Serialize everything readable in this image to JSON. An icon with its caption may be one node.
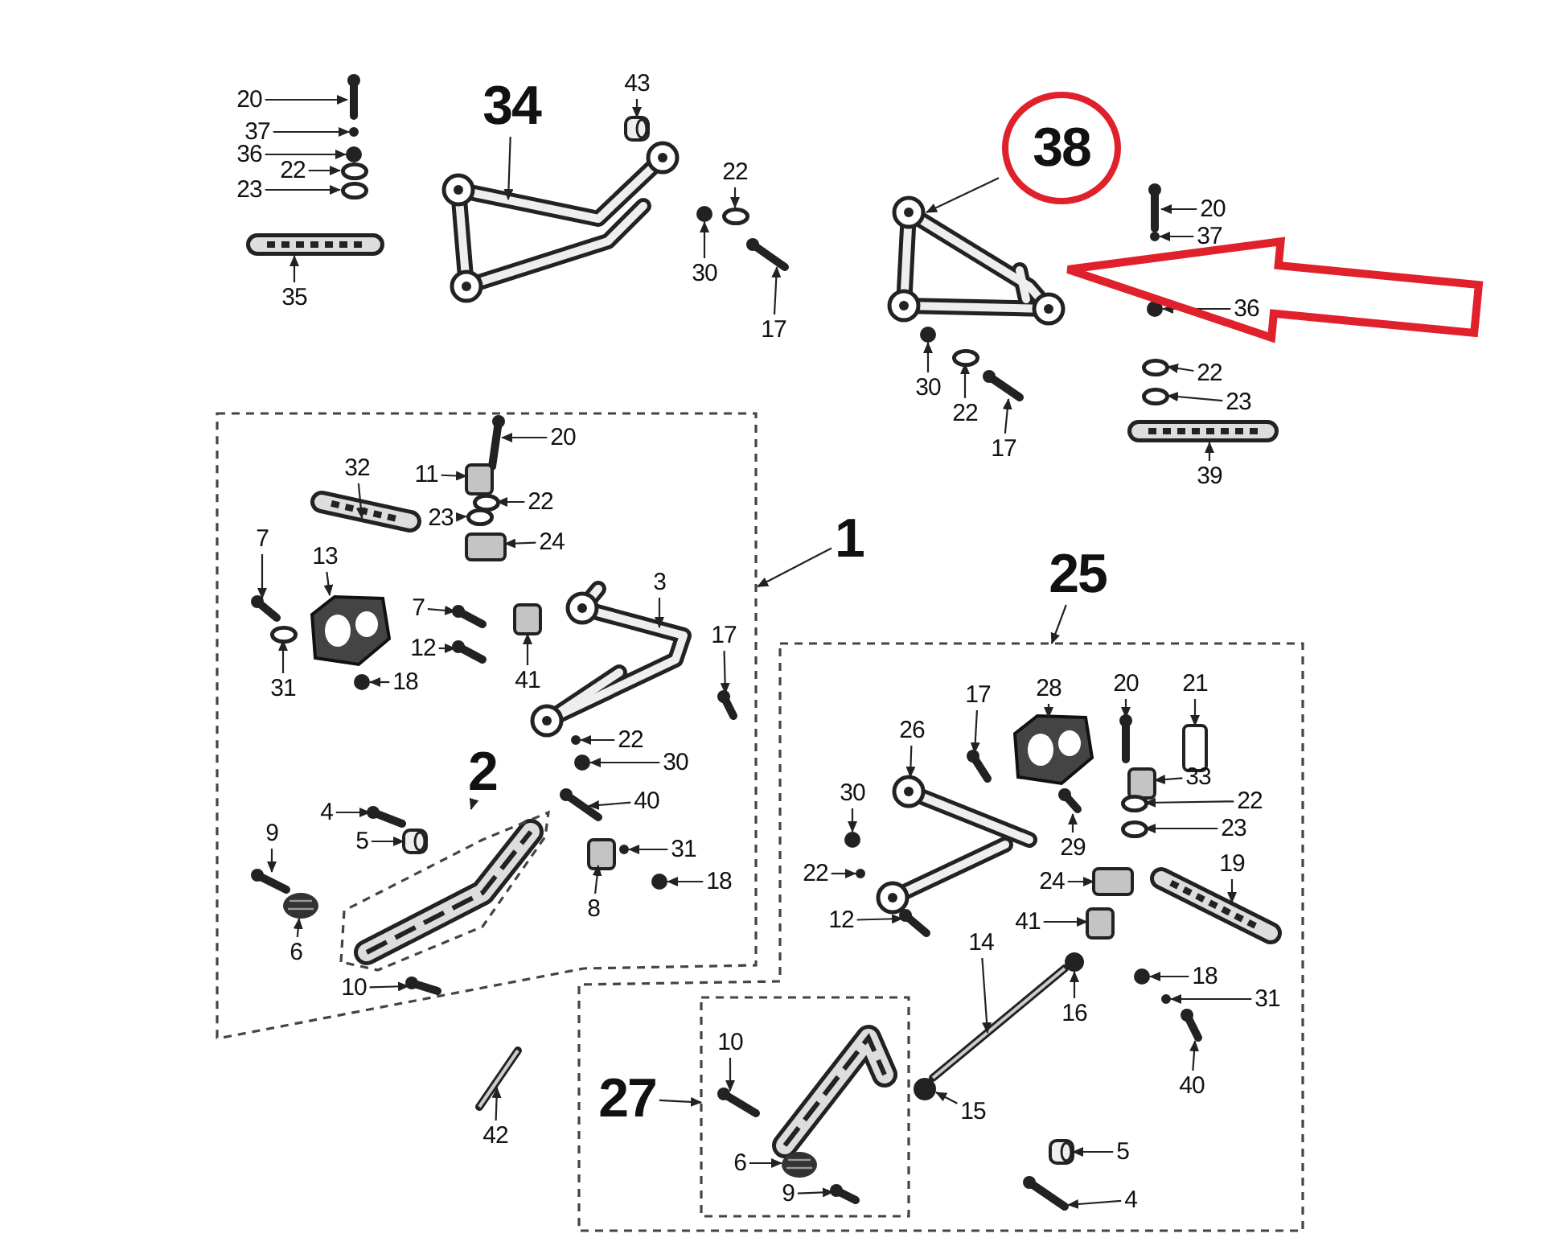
{
  "diagram": {
    "nodes": [
      {
        "text": [
          "20"
        ]
      },
      {
        "text": [
          "37"
        ]
      },
      {
        "text": [
          "36"
        ]
      },
      {
        "text": [
          "22"
        ]
      },
      {
        "text": [
          "23"
        ]
      },
      {
        "text": [
          "35"
        ]
      },
      {
        "text": [
          "34"
        ]
      },
      {
        "text": [
          "43"
        ]
      },
      {
        "text": [
          "22"
        ]
      },
      {
        "text": [
          "30"
        ]
      },
      {
        "text": [
          "17"
        ]
      },
      {
        "text": [
          "38"
        ]
      },
      {
        "text": [
          "20"
        ]
      },
      {
        "text": [
          "37"
        ]
      },
      {
        "text": [
          "36"
        ]
      },
      {
        "text": [
          "22"
        ]
      },
      {
        "text": [
          "23"
        ]
      },
      {
        "text": [
          "39"
        ]
      },
      {
        "text": [
          "30"
        ]
      },
      {
        "text": [
          "22"
        ]
      },
      {
        "text": [
          "17"
        ]
      },
      {
        "text": [],
        "shape": "box"
      },
      {
        "text": [
          "1"
        ]
      },
      {
        "text": [
          "20"
        ],
        "in": 21
      },
      {
        "text": [
          "11"
        ],
        "in": 21
      },
      {
        "text": [
          "22"
        ],
        "in": 21
      },
      {
        "text": [
          "32"
        ],
        "in": 21
      },
      {
        "text": [
          "23"
        ],
        "in": 21
      },
      {
        "text": [
          "24"
        ],
        "in": 21
      },
      {
        "text": [
          "7"
        ],
        "in": 21
      },
      {
        "text": [
          "13"
        ],
        "in": 21
      },
      {
        "text": [
          "7"
        ],
        "in": 21
      },
      {
        "text": [
          "12"
        ],
        "in": 21
      },
      {
        "text": [
          "41"
        ],
        "in": 21
      },
      {
        "text": [
          "3"
        ],
        "in": 21
      },
      {
        "text": [
          "17"
        ],
        "in": 21
      },
      {
        "text": [
          "31"
        ],
        "in": 21
      },
      {
        "text": [
          "18"
        ],
        "in": 21
      },
      {
        "text": [
          "22"
        ],
        "in": 21
      },
      {
        "text": [
          "30"
        ],
        "in": 21
      },
      {
        "text": [
          "40"
        ],
        "in": 21
      },
      {
        "text": [
          "2"
        ],
        "in": 21
      },
      {
        "text": [],
        "shape": "box",
        "in": 21
      },
      {
        "text": [
          "4"
        ],
        "in": 21
      },
      {
        "text": [
          "5"
        ],
        "in": 21
      },
      {
        "text": [
          "9"
        ],
        "in": 21
      },
      {
        "text": [
          "31"
        ],
        "in": 21
      },
      {
        "text": [
          "18"
        ],
        "in": 21
      },
      {
        "text": [
          "8"
        ],
        "in": 21
      },
      {
        "text": [
          "6"
        ],
        "in": 21
      },
      {
        "text": [
          "10"
        ],
        "in": 21
      },
      {
        "text": [
          "25"
        ]
      },
      {
        "text": [],
        "shape": "box"
      },
      {
        "text": [
          "17"
        ],
        "in": 52
      },
      {
        "text": [
          "28"
        ],
        "in": 52
      },
      {
        "text": [
          "20"
        ],
        "in": 52
      },
      {
        "text": [
          "21"
        ],
        "in": 52
      },
      {
        "text": [
          "26"
        ],
        "in": 52
      },
      {
        "text": [
          "33"
        ],
        "in": 52
      },
      {
        "text": [
          "30"
        ],
        "in": 52
      },
      {
        "text": [
          "22"
        ],
        "in": 52
      },
      {
        "text": [
          "29"
        ],
        "in": 52
      },
      {
        "text": [
          "23"
        ],
        "in": 52
      },
      {
        "text": [
          "22"
        ],
        "in": 52
      },
      {
        "text": [
          "24"
        ],
        "in": 52
      },
      {
        "text": [
          "19"
        ],
        "in": 52
      },
      {
        "text": [
          "12"
        ],
        "in": 52
      },
      {
        "text": [
          "41"
        ],
        "in": 52
      },
      {
        "text": [
          "14"
        ],
        "in": 52
      },
      {
        "text": [
          "18"
        ],
        "in": 52
      },
      {
        "text": [
          "16"
        ],
        "in": 52
      },
      {
        "text": [
          "31"
        ],
        "in": 52
      },
      {
        "text": [
          "40"
        ],
        "in": 52
      },
      {
        "text": [
          "27"
        ],
        "in": 52
      },
      {
        "text": [],
        "shape": "box",
        "in": 52
      },
      {
        "text": [
          "10"
        ],
        "in": 74
      },
      {
        "text": [
          "6"
        ],
        "in": 74
      },
      {
        "text": [
          "9"
        ],
        "in": 74
      },
      {
        "text": [
          "15"
        ],
        "in": 52
      },
      {
        "text": [
          "5"
        ],
        "in": 52
      },
      {
        "text": [
          "4"
        ],
        "in": 52
      },
      {
        "text": [
          "42"
        ]
      },
      {
        "text": [],
        "shape": "picture"
      },
      {
        "text": [],
        "shape": "circle"
      },
      {
        "text": [],
        "shape": "circle"
      },
      {
        "text": [],
        "shape": "circle"
      },
      {
        "text": [],
        "shape": "circle"
      },
      {
        "text": [],
        "shape": "picture"
      },
      {
        "text": [],
        "shape": "picture"
      },
      {
        "text": [],
        "shape": "picture"
      },
      {
        "text": [],
        "shape": "circle"
      },
      {
        "text": [],
        "shape": "circle"
      },
      {
        "text": [],
        "shape": "picture"
      },
      {
        "text": [],
        "shape": "picture"
      },
      {
        "text": [],
        "shape": "picture"
      },
      {
        "text": [],
        "shape": "circle"
      },
      {
        "text": [],
        "shape": "circle"
      },
      {
        "text": [],
        "shape": "circle"
      },
      {
        "text": [],
        "shape": "circle"
      },
      {
        "text": [],
        "shape": "picture"
      },
      {
        "text": [],
        "shape": "circle"
      },
      {
        "text": [],
        "shape": "circle"
      },
      {
        "text": [],
        "shape": "picture"
      },
      {
        "text": [],
        "shape": "picture",
        "in": 21
      },
      {
        "text": [],
        "shape": "box",
        "in": 21
      },
      {
        "text": [],
        "shape": "circle",
        "in": 21
      },
      {
        "text": [],
        "shape": "picture",
        "in": 21
      },
      {
        "text": [],
        "shape": "circle",
        "in": 21
      },
      {
        "text": [],
        "shape": "box",
        "in": 21
      },
      {
        "text": [],
        "shape": "picture",
        "in": 21
      },
      {
        "text": [],
        "shape": "picture",
        "in": 21
      },
      {
        "text": [],
        "shape": "picture",
        "in": 21
      },
      {
        "text": [],
        "shape": "picture",
        "in": 21
      },
      {
        "text": [],
        "shape": "box",
        "in": 21
      },
      {
        "text": [],
        "shape": "picture",
        "in": 21
      },
      {
        "text": [],
        "shape": "picture",
        "in": 21
      },
      {
        "text": [],
        "shape": "circle",
        "in": 21
      },
      {
        "text": [],
        "shape": "circle",
        "in": 21
      },
      {
        "text": [],
        "shape": "circle",
        "in": 21
      },
      {
        "text": [],
        "shape": "circle",
        "in": 21
      },
      {
        "text": [],
        "shape": "picture",
        "in": 21
      },
      {
        "text": [],
        "shape": "picture",
        "in": 21
      },
      {
        "text": [],
        "shape": "picture",
        "in": 21
      },
      {
        "text": [],
        "shape": "picture",
        "in": 21
      },
      {
        "text": [],
        "shape": "circle",
        "in": 21
      },
      {
        "text": [],
        "shape": "circle",
        "in": 21
      },
      {
        "text": [],
        "shape": "box",
        "in": 21
      },
      {
        "text": [],
        "shape": "picture",
        "in": 21
      },
      {
        "text": [],
        "shape": "picture",
        "in": 21
      },
      {
        "text": [],
        "shape": "picture",
        "in": 52
      },
      {
        "text": [],
        "shape": "picture",
        "in": 52
      },
      {
        "text": [],
        "shape": "picture",
        "in": 52
      },
      {
        "text": [],
        "shape": "box",
        "in": 52
      },
      {
        "text": [],
        "shape": "picture",
        "in": 52
      },
      {
        "text": [],
        "shape": "box",
        "in": 52
      },
      {
        "text": [],
        "shape": "circle",
        "in": 52
      },
      {
        "text": [],
        "shape": "circle",
        "in": 52
      },
      {
        "text": [],
        "shape": "picture",
        "in": 52
      },
      {
        "text": [],
        "shape": "circle",
        "in": 52
      },
      {
        "text": [],
        "shape": "circle",
        "in": 52
      },
      {
        "text": [],
        "shape": "box",
        "in": 52
      },
      {
        "text": [],
        "shape": "picture",
        "in": 52
      },
      {
        "text": [],
        "shape": "picture",
        "in": 52
      },
      {
        "text": [],
        "shape": "box",
        "in": 52
      },
      {
        "text": [],
        "shape": "picture",
        "in": 52
      },
      {
        "text": [],
        "shape": "circle",
        "in": 52
      },
      {
        "text": [],
        "shape": "circle",
        "in": 52
      },
      {
        "text": [],
        "shape": "circle",
        "in": 52
      },
      {
        "text": [],
        "shape": "picture",
        "in": 52
      },
      {
        "text": [],
        "shape": "picture",
        "in": 74
      },
      {
        "text": [],
        "shape": "picture",
        "in": 74
      },
      {
        "text": [],
        "shape": "picture",
        "in": 74
      },
      {
        "text": [],
        "shape": "circle",
        "in": 52
      },
      {
        "text": [],
        "shape": "picture",
        "in": 52
      },
      {
        "text": [],
        "shape": "picture",
        "in": 52
      },
      {
        "text": [],
        "shape": "picture"
      }
    ],
    "edges": [
      {
        "from": 0,
        "to": 82,
        "arrow": "to"
      },
      {
        "from": 1,
        "to": 83,
        "arrow": "to"
      },
      {
        "from": 2,
        "to": 84,
        "arrow": "to"
      },
      {
        "from": 3,
        "to": 85,
        "arrow": "to"
      },
      {
        "from": 4,
        "to": 86,
        "arrow": "to"
      },
      {
        "from": 5,
        "to": 87,
        "arrow": "to"
      },
      {
        "from": 6,
        "to": 88,
        "arrow": "to"
      },
      {
        "from": 7,
        "to": 89,
        "arrow": "to"
      },
      {
        "from": 8,
        "to": 90,
        "arrow": "to"
      },
      {
        "from": 9,
        "to": 91,
        "arrow": "to"
      },
      {
        "from": 10,
        "to": 92,
        "arrow": "to"
      },
      {
        "from": 11,
        "to": 93,
        "arrow": "to"
      },
      {
        "from": 12,
        "to": 94,
        "arrow": "to"
      },
      {
        "from": 13,
        "to": 95,
        "arrow": "to"
      },
      {
        "from": 14,
        "to": 96,
        "arrow": "to"
      },
      {
        "from": 15,
        "to": 97,
        "arrow": "to"
      },
      {
        "from": 16,
        "to": 98,
        "arrow": "to"
      },
      {
        "from": 17,
        "to": 99,
        "arrow": "to"
      },
      {
        "from": 18,
        "to": 100,
        "arrow": "to"
      },
      {
        "from": 19,
        "to": 101,
        "arrow": "to"
      },
      {
        "from": 20,
        "to": 102,
        "arrow": "to"
      },
      {
        "from": 22,
        "to": 21,
        "arrow": "to"
      },
      {
        "from": 23,
        "to": 103,
        "arrow": "to"
      },
      {
        "from": 24,
        "to": 104,
        "arrow": "to"
      },
      {
        "from": 25,
        "to": 105,
        "arrow": "to"
      },
      {
        "from": 26,
        "to": 106,
        "arrow": "to"
      },
      {
        "from": 27,
        "to": 107,
        "arrow": "to"
      },
      {
        "from": 28,
        "to": 108,
        "arrow": "to"
      },
      {
        "from": 29,
        "to": 109,
        "arrow": "to"
      },
      {
        "from": 30,
        "to": 110,
        "arrow": "to"
      },
      {
        "from": 31,
        "to": 111,
        "arrow": "to"
      },
      {
        "from": 32,
        "to": 112,
        "arrow": "to"
      },
      {
        "from": 33,
        "to": 113,
        "arrow": "to"
      },
      {
        "from": 34,
        "to": 114,
        "arrow": "to"
      },
      {
        "from": 35,
        "to": 115,
        "arrow": "to"
      },
      {
        "from": 36,
        "to": 116,
        "arrow": "to"
      },
      {
        "from": 37,
        "to": 117,
        "arrow": "to"
      },
      {
        "from": 38,
        "to": 118,
        "arrow": "to"
      },
      {
        "from": 39,
        "to": 119,
        "arrow": "to"
      },
      {
        "from": 40,
        "to": 120,
        "arrow": "to"
      },
      {
        "from": 41,
        "to": 42,
        "arrow": "to"
      },
      {
        "from": 43,
        "to": 121,
        "arrow": "to"
      },
      {
        "from": 44,
        "to": 122,
        "arrow": "to"
      },
      {
        "from": 45,
        "to": 123,
        "arrow": "to"
      },
      {
        "from": 46,
        "to": 124,
        "arrow": "to"
      },
      {
        "from": 47,
        "to": 125,
        "arrow": "to"
      },
      {
        "from": 48,
        "to": 126,
        "arrow": "to"
      },
      {
        "from": 49,
        "to": 127,
        "arrow": "to"
      },
      {
        "from": 50,
        "to": 128,
        "arrow": "to"
      },
      {
        "from": 51,
        "to": 52,
        "arrow": "to"
      },
      {
        "from": 53,
        "to": 129,
        "arrow": "to"
      },
      {
        "from": 54,
        "to": 130,
        "arrow": "to"
      },
      {
        "from": 55,
        "to": 131,
        "arrow": "to"
      },
      {
        "from": 56,
        "to": 132,
        "arrow": "to"
      },
      {
        "from": 57,
        "to": 133,
        "arrow": "to"
      },
      {
        "from": 58,
        "to": 134,
        "arrow": "to"
      },
      {
        "from": 59,
        "to": 135,
        "arrow": "to"
      },
      {
        "from": 60,
        "to": 136,
        "arrow": "to"
      },
      {
        "from": 61,
        "to": 137,
        "arrow": "to"
      },
      {
        "from": 62,
        "to": 138,
        "arrow": "to"
      },
      {
        "from": 63,
        "to": 139,
        "arrow": "to"
      },
      {
        "from": 64,
        "to": 140,
        "arrow": "to"
      },
      {
        "from": 65,
        "to": 141,
        "arrow": "to"
      },
      {
        "from": 66,
        "to": 142,
        "arrow": "to"
      },
      {
        "from": 67,
        "to": 143,
        "arrow": "to"
      },
      {
        "from": 68,
        "to": 144,
        "arrow": "to"
      },
      {
        "from": 69,
        "to": 145,
        "arrow": "to"
      },
      {
        "from": 70,
        "to": 146,
        "arrow": "to"
      },
      {
        "from": 71,
        "to": 147,
        "arrow": "to"
      },
      {
        "from": 72,
        "to": 148,
        "arrow": "to"
      },
      {
        "from": 73,
        "to": 74,
        "arrow": "to"
      },
      {
        "from": 75,
        "to": 149,
        "arrow": "to"
      },
      {
        "from": 76,
        "to": 150,
        "arrow": "to"
      },
      {
        "from": 77,
        "to": 151,
        "arrow": "to"
      },
      {
        "from": 78,
        "to": 152,
        "arrow": "to"
      },
      {
        "from": 79,
        "to": 153,
        "arrow": "to"
      },
      {
        "from": 80,
        "to": 154,
        "arrow": "to"
      },
      {
        "from": 81,
        "to": 155,
        "arrow": "to"
      },
      {
        "from": null,
        "to": 93,
        "arrow": "to",
        "style": "thick",
        "color": "#e0202a"
      }
    ]
  }
}
